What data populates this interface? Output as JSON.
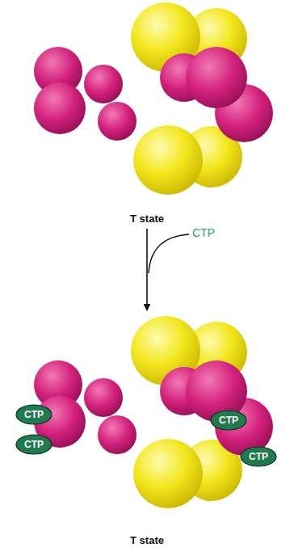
{
  "diagram": {
    "nodes": [
      {
        "text": [
          "T state"
        ]
      },
      {
        "text": [
          "T state"
        ]
      },
      {
        "text": [
          "CTP"
        ],
        "in": 1
      },
      {
        "text": [
          "CTP"
        ],
        "in": 1
      },
      {
        "text": [
          "CTP"
        ],
        "in": 1
      },
      {
        "text": [
          "CTP"
        ],
        "in": 1
      }
    ],
    "edges": [
      {
        "from": 0,
        "to": 1,
        "arrow": "to",
        "label": "CTP"
      }
    ]
  }
}
